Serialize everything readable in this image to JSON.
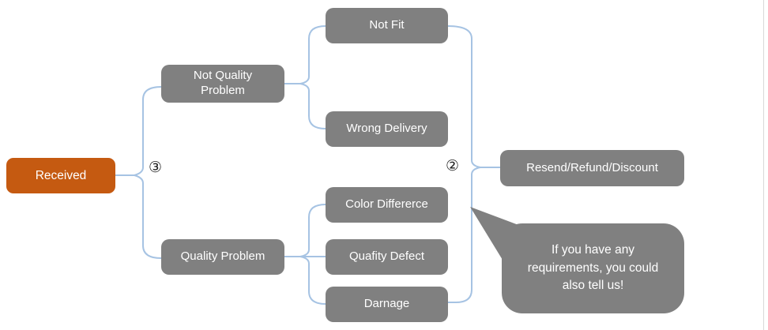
{
  "diagram": {
    "colors": {
      "background": "#ffffff",
      "accent_orange": "#c55a11",
      "node_gray": "#808080",
      "connector_blue": "#a6c3e3",
      "text": "#ffffff",
      "marker_ink": "#1f1f1f"
    },
    "nodes": {
      "received": "Received",
      "not_quality_problem": "Not Quality Problem",
      "not_fit": "Not Fit",
      "wrong_delivery": "Wrong Delivery",
      "color_differerce": "Color Differerce",
      "quafity_defect": "Quafity Defect",
      "darnage": "Darnage",
      "quality_problem": "Quality Problem",
      "resend_refund_discount": "Resend/Refund/Discount"
    },
    "callout": {
      "text": "If you have any requirements, you could also tell us!"
    },
    "markers": {
      "circled_three": "③",
      "circled_two": "②"
    }
  }
}
